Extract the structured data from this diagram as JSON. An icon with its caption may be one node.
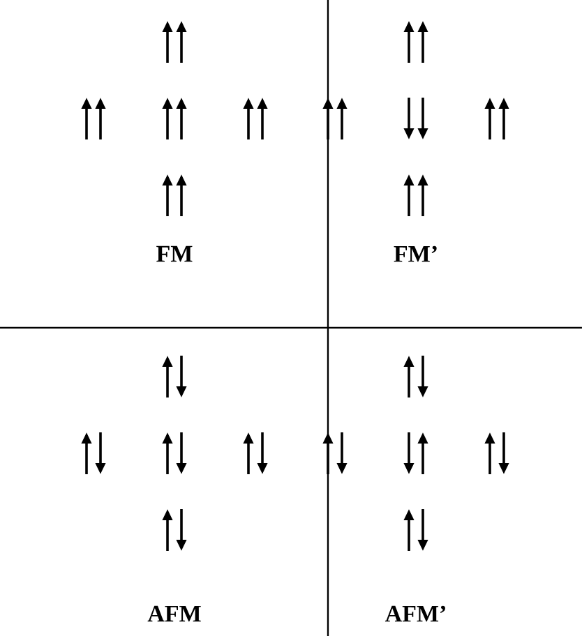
{
  "diagram": {
    "labels": [
      "FM",
      "FM’",
      "AFM",
      "AFM’"
    ]
  }
}
